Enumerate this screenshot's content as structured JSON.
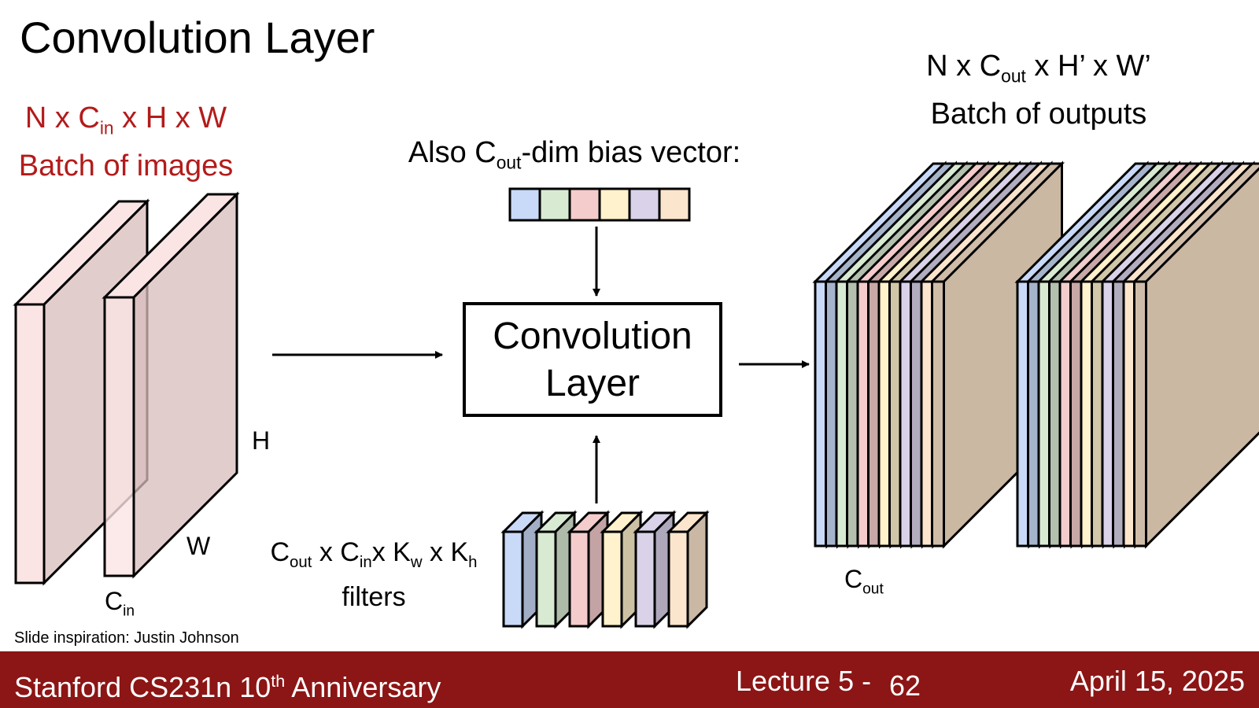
{
  "title": "Convolution Layer",
  "input": {
    "line1_main": "N x C",
    "line1_sub": "in",
    "line1_rest": " x H x W",
    "line2": "Batch of images",
    "dim_h": "H",
    "dim_w": "W",
    "dim_c": "C",
    "dim_c_sub": "in"
  },
  "output": {
    "line1_main": "N x C",
    "line1_sub": "out",
    "line1_rest": " x H’ x W’",
    "line2": "Batch of outputs",
    "dim_c": "C",
    "dim_c_sub": "out"
  },
  "bias": {
    "prefix": "Also C",
    "sub": "out",
    "suffix": "-dim bias vector:"
  },
  "layer_box": {
    "line1": "Convolution",
    "line2": "Layer"
  },
  "filters": {
    "c": "C",
    "c_sub": "out",
    "x1": " x C",
    "cin_sub": "in",
    "x2": "x K",
    "kw_sub": "w",
    "x3": " x K",
    "kh_sub": "h",
    "line2": "filters"
  },
  "credit": "Slide inspiration: Justin Johnson",
  "footer": {
    "course": "Stanford CS231n 10",
    "course_sup": "th",
    "course_rest": " Anniversary",
    "lecture": "Lecture 5 -",
    "page": "62",
    "date": "April 15, 2025"
  },
  "colors": {
    "accent_red": "#b31b1b",
    "footer_bg": "#8c1515",
    "filter_colors": [
      "#c9daf8",
      "#d9ead3",
      "#f4cccc",
      "#fff2cc",
      "#d9d2e9",
      "#fce5cd"
    ],
    "output_back": "#cbb8a3",
    "input_plane": "#fbe4e4"
  }
}
